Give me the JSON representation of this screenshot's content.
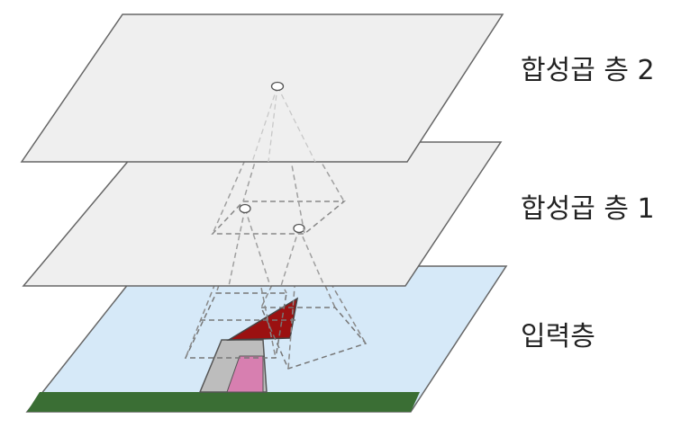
{
  "layers": {
    "conv2": {
      "label": "합성곱 층 2"
    },
    "conv1": {
      "label": "합성곱 층 1"
    },
    "input": {
      "label": "입력층"
    }
  },
  "colors": {
    "conv_layer_fill": "#efefef",
    "input_layer_fill": "#d6e9f8",
    "layer_stroke": "#555555",
    "ground": "#3a6e34",
    "roof": "#9b1111",
    "house_wall": "#bdbdbd",
    "door": "#d77fb0",
    "dash": "#777777"
  }
}
